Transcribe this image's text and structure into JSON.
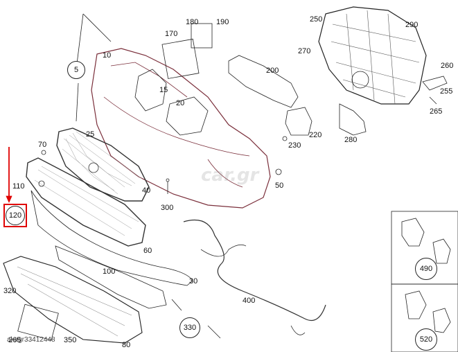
{
  "labels": {
    "l10": "10",
    "l5": "5",
    "l15": "15",
    "l20": "20",
    "l25": "25",
    "l30": "30",
    "l40": "40",
    "l50": "50",
    "l60": "60",
    "l70": "70",
    "l80": "80",
    "l100": "100",
    "l110": "110",
    "l120": "120",
    "l170": "170",
    "l180": "180",
    "l190": "190",
    "l200": "200",
    "l220": "220",
    "l230": "230",
    "l250": "250",
    "l255": "255",
    "l260": "260",
    "l265": "265",
    "l270": "270",
    "l280": "280",
    "l290": "290",
    "l300": "300",
    "l320": "320",
    "l330": "330",
    "l350": "350",
    "l400": "400",
    "l490": "490",
    "l520": "520"
  },
  "watermark": "car.gr",
  "seller_id": "akagr33412448",
  "highlight_color": "#e00000"
}
